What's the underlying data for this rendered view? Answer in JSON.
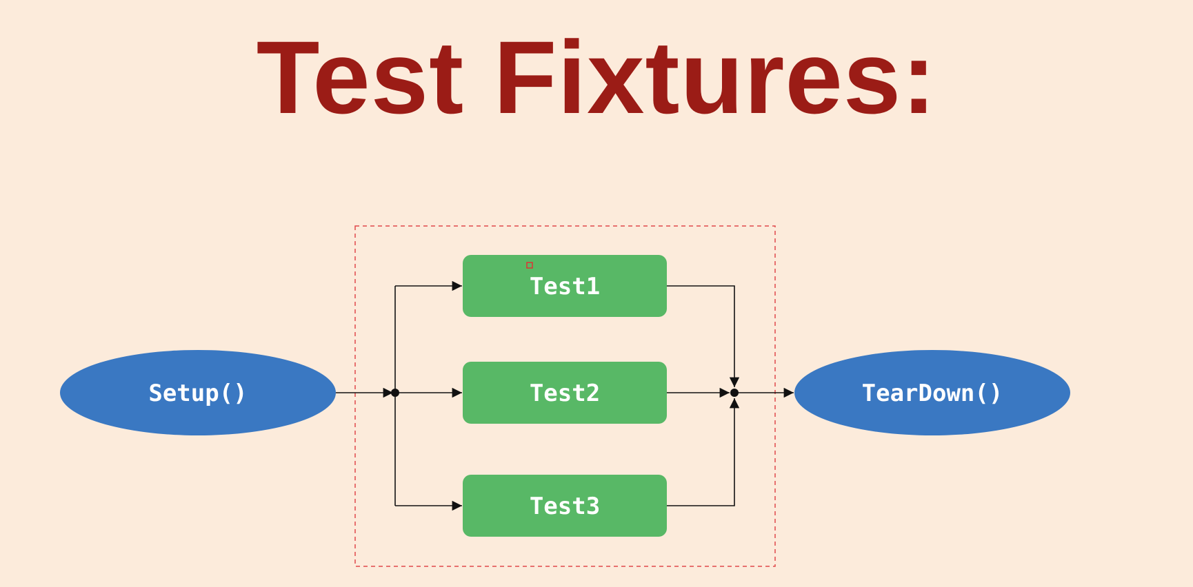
{
  "title": "Test Fixtures:",
  "diagram": {
    "setup": {
      "label": "Setup()",
      "color": "#3a78c2"
    },
    "teardown": {
      "label": "TearDown()",
      "color": "#3a78c2"
    },
    "tests": [
      {
        "label": "Test1",
        "color": "#58b866"
      },
      {
        "label": "Test2",
        "color": "#58b866"
      },
      {
        "label": "Test3",
        "color": "#58b866"
      }
    ],
    "group_border_color": "#e0484a",
    "edge_color": "#111111"
  }
}
